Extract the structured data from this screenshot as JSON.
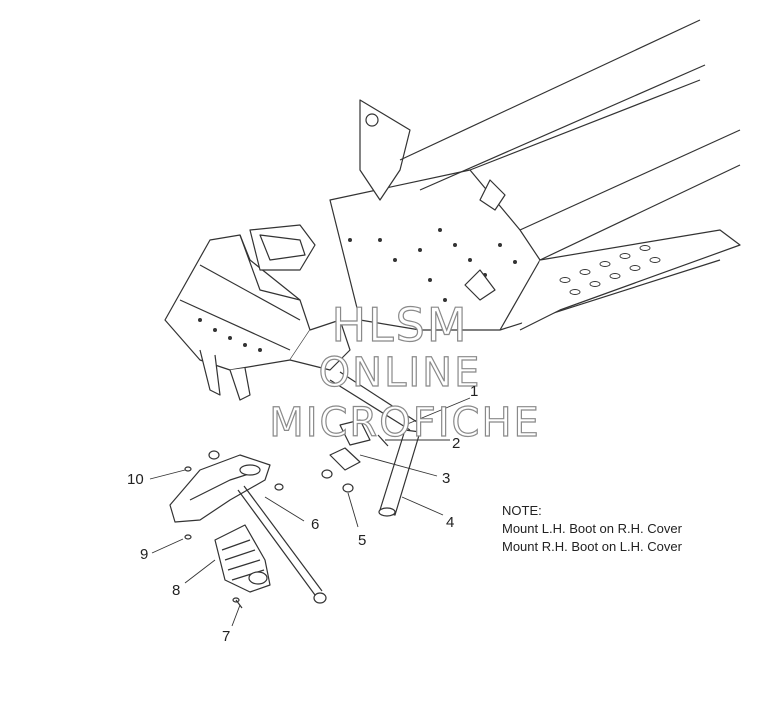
{
  "callouts": [
    {
      "id": "1",
      "label": "1"
    },
    {
      "id": "2",
      "label": "2"
    },
    {
      "id": "3",
      "label": "3"
    },
    {
      "id": "4",
      "label": "4"
    },
    {
      "id": "5",
      "label": "5"
    },
    {
      "id": "6",
      "label": "6"
    },
    {
      "id": "7",
      "label": "7"
    },
    {
      "id": "8",
      "label": "8"
    },
    {
      "id": "9",
      "label": "9"
    },
    {
      "id": "10",
      "label": "10"
    }
  ],
  "note": {
    "heading": "NOTE:",
    "line1": "Mount L.H. Boot on R.H. Cover",
    "line2": "Mount R.H. Boot on L.H. Cover"
  },
  "watermark": {
    "line1": "HLSM",
    "line2": "ONLINE",
    "line3": "MICROFICHE"
  }
}
